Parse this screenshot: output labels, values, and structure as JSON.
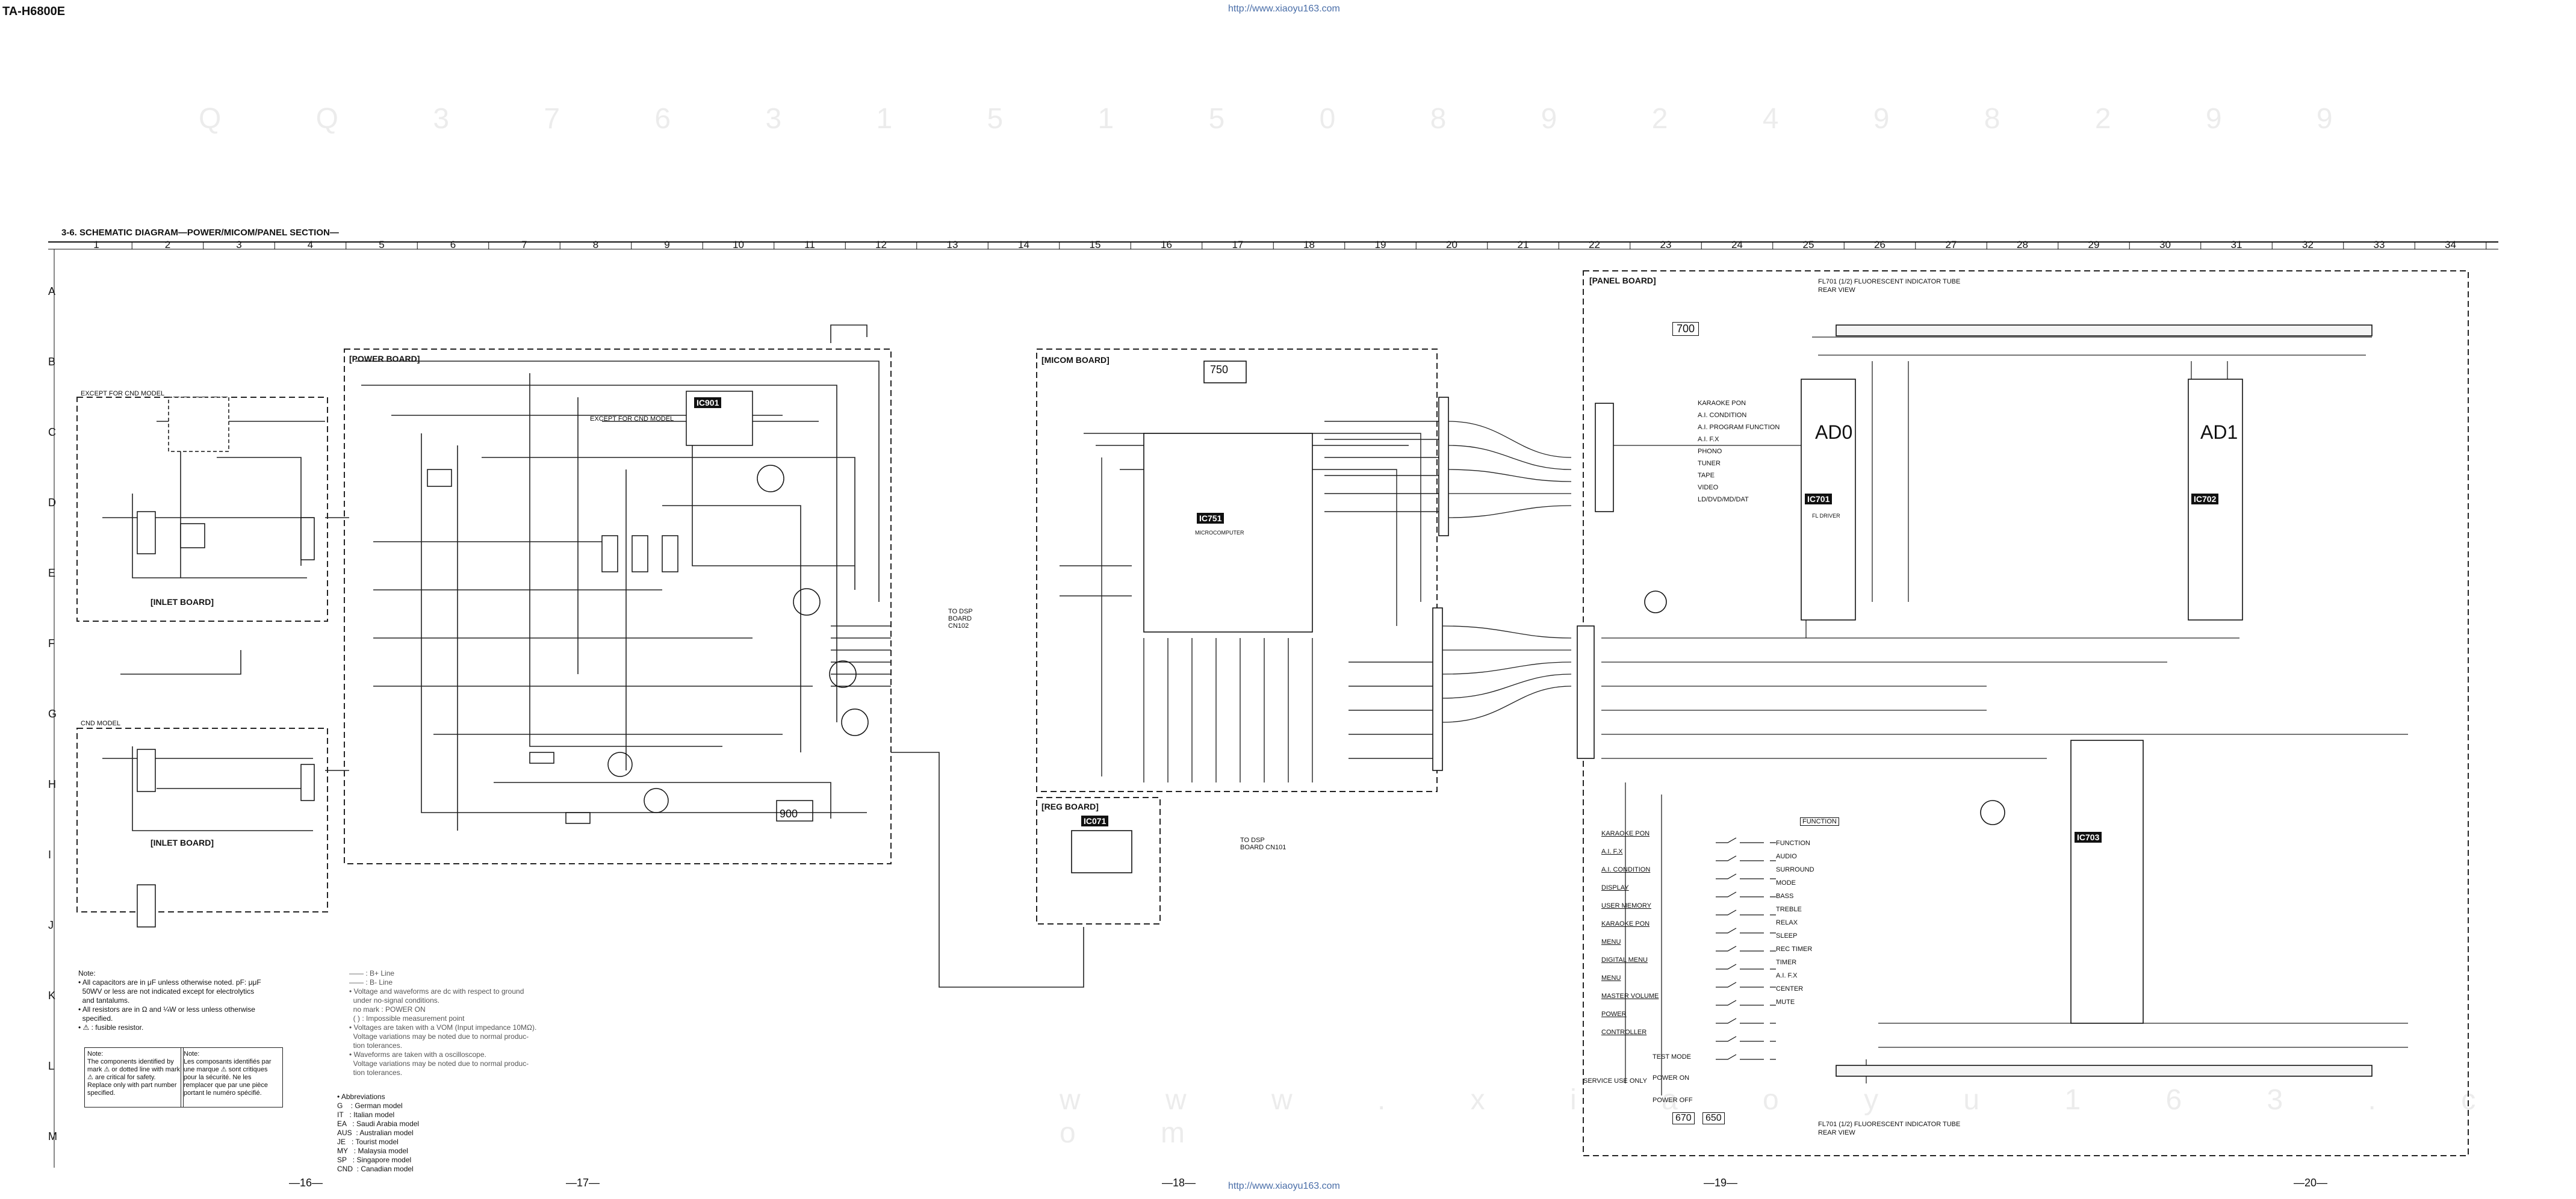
{
  "header": {
    "model": "TA-H6800E",
    "source_url": "http://www.xiaoyu163.com",
    "section_title": "3-6.  SCHEMATIC DIAGRAM—POWER/MICOM/PANEL SECTION—",
    "watermark_top": "Q Q 3 7 6 3 1 5 1 5 0 8 9 2 4 9 8 2 9 9",
    "watermark_bottom": "w w w . x i a o y u 1 6 3 . c o m"
  },
  "grid": {
    "columns": [
      "1",
      "2",
      "3",
      "4",
      "5",
      "6",
      "7",
      "8",
      "9",
      "10",
      "11",
      "12",
      "13",
      "14",
      "15",
      "16",
      "17",
      "18",
      "19",
      "20",
      "21",
      "22",
      "23",
      "24",
      "25",
      "26",
      "27",
      "28",
      "29",
      "30",
      "31",
      "32",
      "33",
      "34"
    ],
    "rows": [
      "A",
      "B",
      "C",
      "D",
      "E",
      "F",
      "G",
      "H",
      "I",
      "J",
      "K",
      "L",
      "M"
    ]
  },
  "boards": {
    "power": "[POWER BOARD]",
    "power_num": "900",
    "micom": "[MICOM BOARD]",
    "micom_num": "750",
    "reg": "[REG BOARD]",
    "panel": "[PANEL BOARD]",
    "panel_num": "700",
    "inlet1": "[INLET BOARD]",
    "inlet2": "[INLET BOARD]",
    "panel_sub1": "670",
    "panel_sub2": "650"
  },
  "ics": {
    "ic901": "IC901",
    "ic751": "IC751",
    "ic071": "IC071",
    "ic701": "IC701",
    "ic702": "IC702",
    "ic703": "IC703"
  },
  "labels": {
    "except_cnd": "EXCEPT FOR CND MODEL",
    "cnd_model": "CND MODEL",
    "except_cnd_model": "EXCEPT FOR CND MODEL",
    "tube_top": "FL701 (1/2)  FLUORESCENT INDICATOR TUBE",
    "tube_top_sub": "REAR VIEW",
    "tube_bottom": "FL701 (1/2)  FLUORESCENT INDICATOR TUBE",
    "tube_bottom_sub": "REAR VIEW",
    "to_dsp": "TO DSP BOARD CN102",
    "to_dsp2": "TO DSP BOARD CN101",
    "ad0": "AD0",
    "ad1": "AD1",
    "function_lbl": "FUNCTION",
    "service_use": "SERVICE USE ONLY",
    "test_mode": "TEST MODE",
    "power_on": "POWER ON",
    "power_off": "POWER OFF",
    "fl_drive": "FL DRIVER",
    "micom_ctrl": "MICROCOMPUTER"
  },
  "panel_buttons": [
    "KARAOKE PON",
    "A.I. CONDITION",
    "A.I. PROGRAM FUNCTION",
    "A.I. F.X",
    "PHONO",
    "TUNER",
    "TAPE",
    "VIDEO",
    "LD/DVD/MD/DAT"
  ],
  "panel_keys_left": [
    "KARAOKE PON",
    "A.I. F.X",
    "A.I. CONDITION",
    "DISPLAY",
    "USER MEMORY",
    "KARAOKE PON",
    "MENU",
    "DIGITAL MENU",
    "MENU",
    "MASTER VOLUME",
    "POWER",
    "CONTROLLER"
  ],
  "panel_keys_right": [
    "FUNCTION",
    "AUDIO",
    "SURROUND",
    "MODE",
    "BASS",
    "TREBLE",
    "RELAX",
    "SLEEP",
    "REC TIMER",
    "TIMER",
    "A.I. F.X",
    "CENTER",
    "MUTE"
  ],
  "notes": {
    "title": "Note:",
    "lines": [
      "• All capacitors are in μF unless otherwise noted. pF: μμF",
      "  50WV or less are not indicated except for electrolytics",
      "  and tantalums.",
      "• All resistors are in Ω and ¼W or less unless otherwise",
      "  specified.",
      "• ⚠ : fusible resistor."
    ],
    "mid_lines": [
      "—— : B+ Line",
      "—— : B- Line",
      "• Voltage and waveforms are dc with respect to ground",
      "  under no-signal conditions.",
      "  no mark : POWER ON",
      "  ( ) : Impossible measurement point",
      "• Voltages are taken with a VOM (Input impedance 10MΩ).",
      "  Voltage variations may be noted due to normal produc-",
      "  tion tolerances.",
      "• Waveforms are taken with a oscilloscope.",
      "  Voltage variations may be noted due to normal produc-",
      "  tion tolerances."
    ],
    "box_en": "Note:\nThe components identified by mark ⚠ or dotted line with mark ⚠ are critical for safety. Replace only with part number specified.",
    "box_fr": "Note:\nLes composants identifiés par une marque ⚠ sont critiques pour la sécurité. Ne les remplacer que par une pièce portant le numéro spécifié."
  },
  "abbreviations": {
    "title": "• Abbreviations",
    "items": [
      "G    : German model",
      "IT   : Italian model",
      "EA   : Saudi Arabia model",
      "AUS  : Australian model",
      "JE   : Tourist model",
      "MY   : Malaysia model",
      "SP   : Singapore model",
      "CND  : Canadian model"
    ]
  },
  "page_numbers": [
    "—16—",
    "—17—",
    "—18—",
    "—19—",
    "—20—"
  ]
}
